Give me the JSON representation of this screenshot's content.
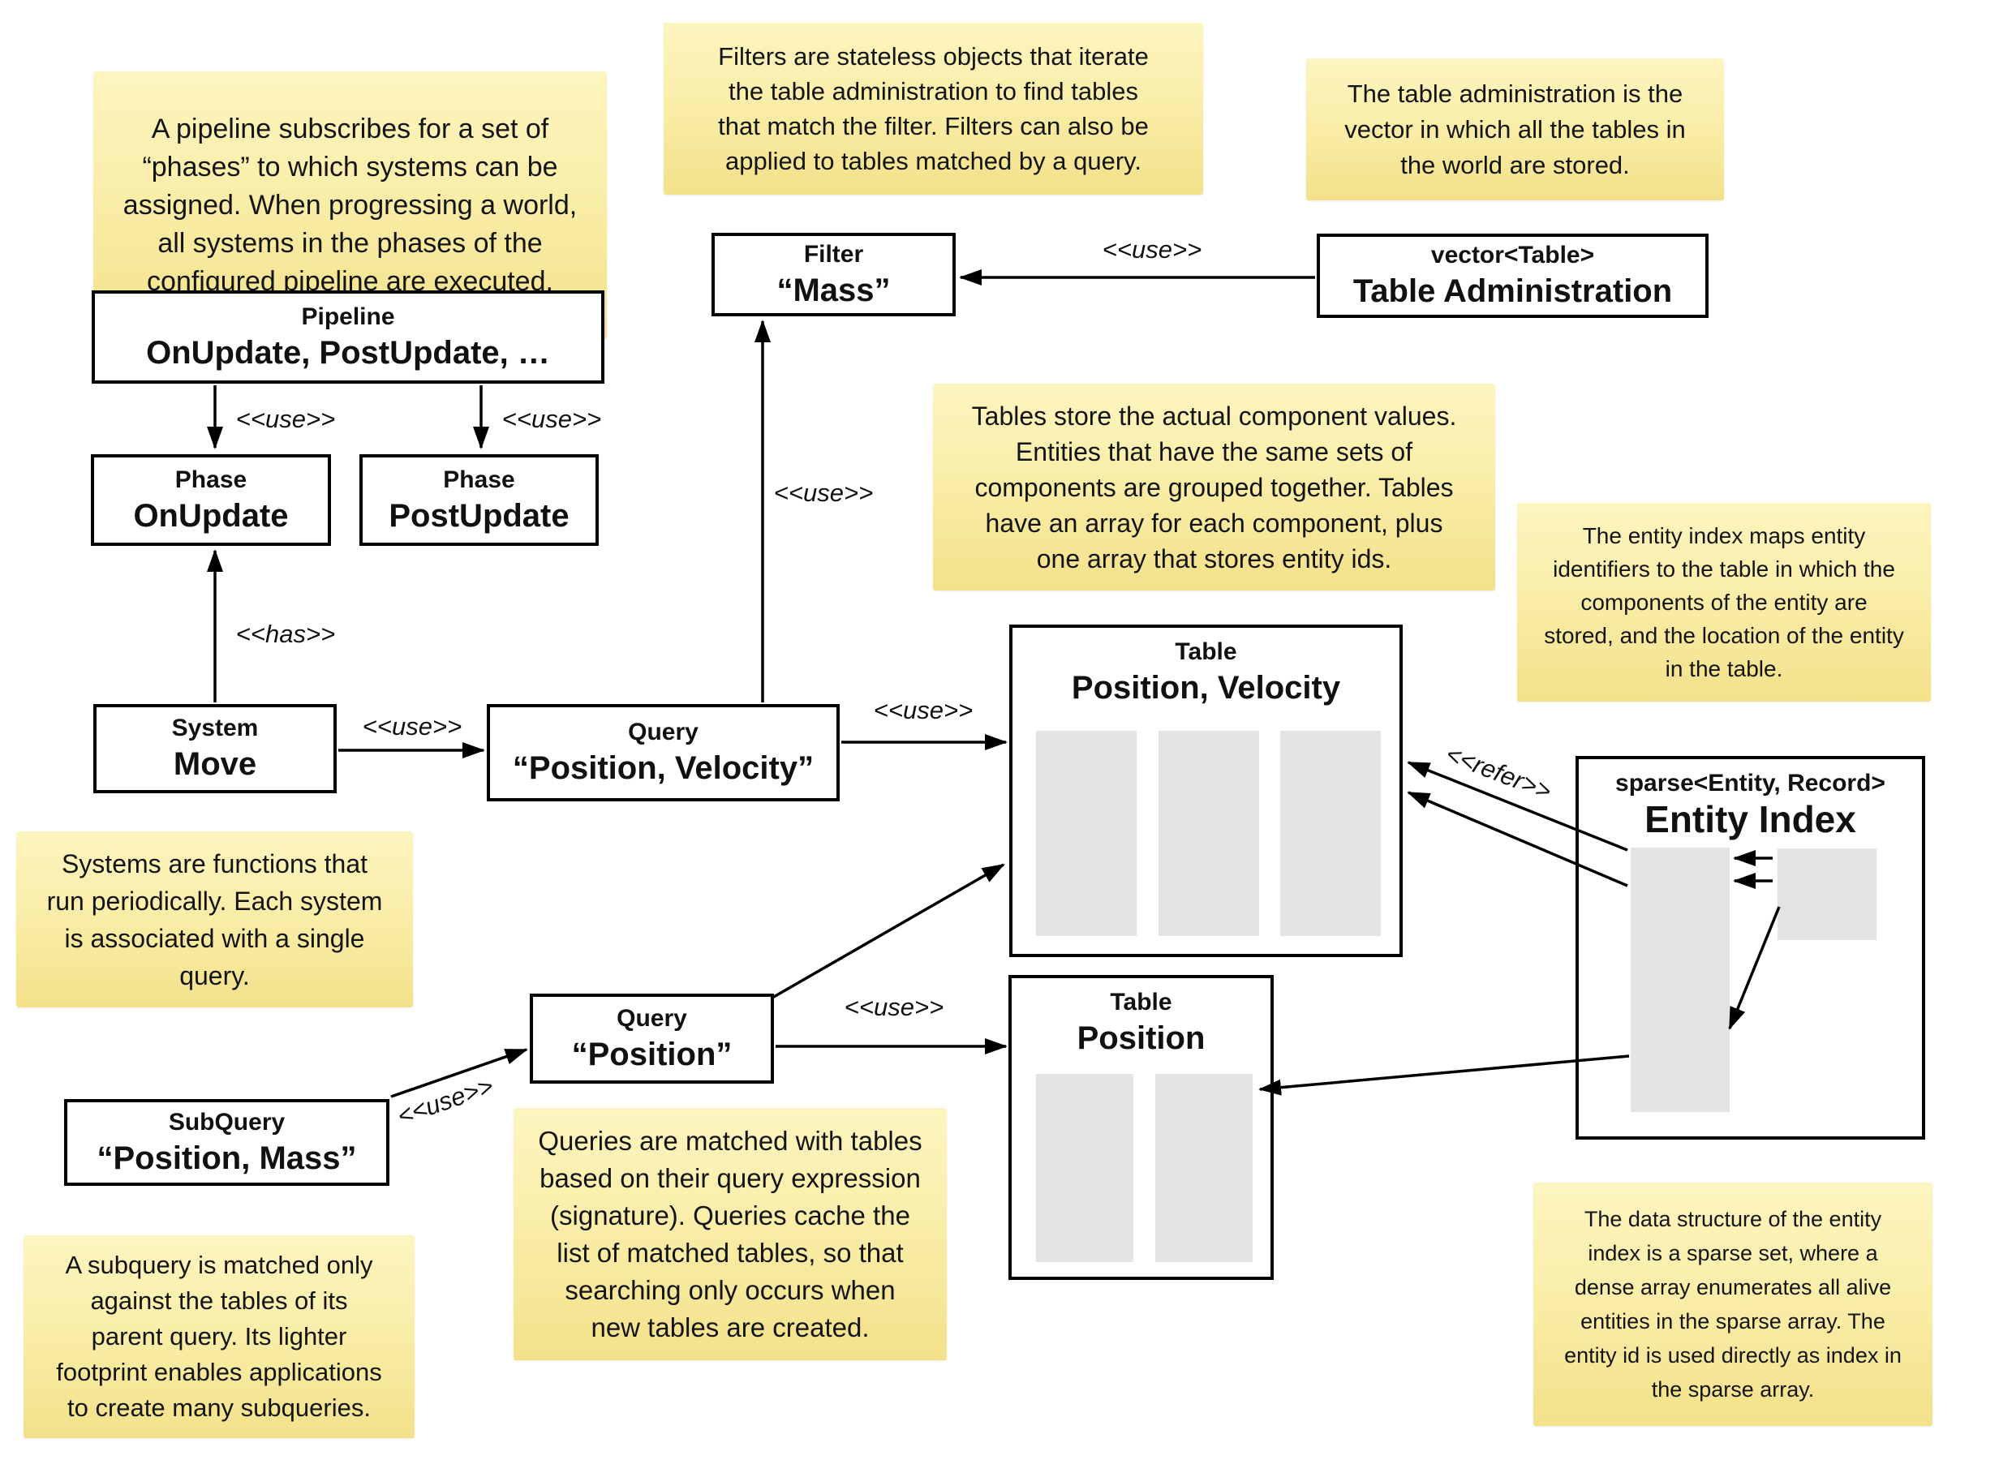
{
  "notes": {
    "pipeline": "A pipeline subscribes for a set of\n“phases” to which systems can be\nassigned. When progressing a world,\nall systems in the phases of the\nconfigured pipeline are executed.",
    "filters": "Filters are stateless objects that iterate\nthe table administration to find tables\nthat match the filter. Filters can also be\napplied to tables matched by a query.",
    "table_admin": "The table administration is the\nvector in which all the tables in\nthe world are stored.",
    "tables": "Tables store the actual component values.\nEntities that have the same sets of\ncomponents are grouped together. Tables\nhave an array for each component, plus\none array that stores entity ids.",
    "entity_index": "The entity index maps entity\nidentifiers to the table in which the\ncomponents of the entity are\nstored, and the location of the entity\nin the table.",
    "systems": "Systems are functions that\nrun periodically. Each system\nis associated with a single\nquery.",
    "queries": "Queries are matched with tables\nbased on their query expression\n(signature). Queries cache the\nlist of matched tables, so that\nsearching only occurs when\nnew tables are created.",
    "subquery": "A subquery is matched only\nagainst the tables of its\nparent query. Its lighter\nfootprint enables applications\nto create many subqueries.",
    "entity_index_structure": "The data structure of the entity\nindex is a sparse set, where a\ndense array enumerates all alive\nentities in the sparse array. The\nentity id is used directly as index in\nthe sparse array."
  },
  "boxes": {
    "pipeline": {
      "title": "Pipeline",
      "value": "OnUpdate, PostUpdate, …"
    },
    "phase_onupdate": {
      "title": "Phase",
      "value": "OnUpdate"
    },
    "phase_postupdate": {
      "title": "Phase",
      "value": "PostUpdate"
    },
    "system_move": {
      "title": "System",
      "value": "Move"
    },
    "query_pos_vel": {
      "title": "Query",
      "value": "“Position, Velocity”"
    },
    "filter_mass": {
      "title": "Filter",
      "value": "“Mass”"
    },
    "table_admin": {
      "title": "vector<Table>",
      "value": "Table Administration"
    },
    "table_pos_vel": {
      "title": "Table",
      "value": "Position, Velocity"
    },
    "table_pos": {
      "title": "Table",
      "value": "Position"
    },
    "subquery": {
      "title": "SubQuery",
      "value": "“Position, Mass”"
    },
    "query_pos": {
      "title": "Query",
      "value": "“Position”"
    },
    "entity_index": {
      "title": "sparse<Entity, Record>",
      "value": "Entity Index"
    }
  },
  "labels": {
    "use": "<<use>>",
    "has": "<<has>>",
    "refer": "<<refer>>"
  }
}
